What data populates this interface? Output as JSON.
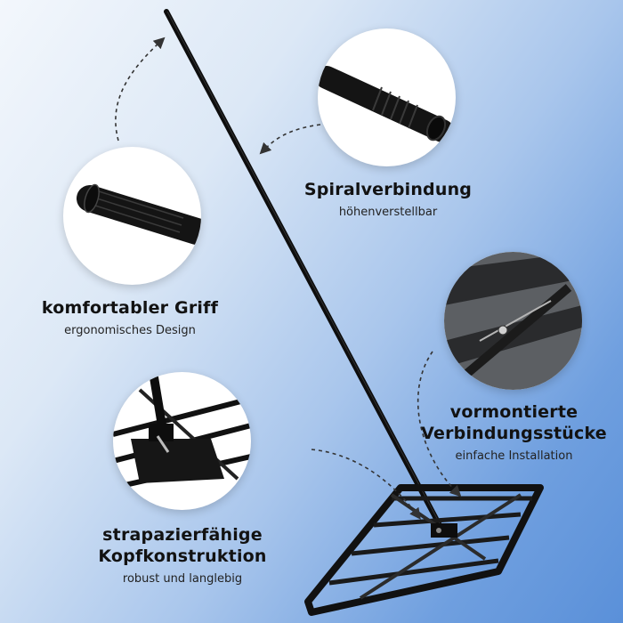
{
  "features": {
    "spiral": {
      "title": "Spiralverbindung",
      "subtitle": "höhenverstellbar",
      "icon": "spiral-connector-closeup"
    },
    "grip": {
      "title": "komfortabler Griff",
      "subtitle": "ergonomisches Design",
      "icon": "handle-grip-closeup"
    },
    "connectors": {
      "title_line1": "vormontierte",
      "title_line2": "Verbindungsstücke",
      "subtitle": "einfache Installation",
      "icon": "frame-connector-closeup"
    },
    "head": {
      "title_line1": "strapazierfähige",
      "title_line2": "Kopfkonstruktion",
      "subtitle": "robust und langlebig",
      "icon": "rake-head-closeup"
    }
  },
  "colors": {
    "metal": "#141414",
    "background_light": "#f3f7fc",
    "background_dark": "#5a90d9"
  }
}
